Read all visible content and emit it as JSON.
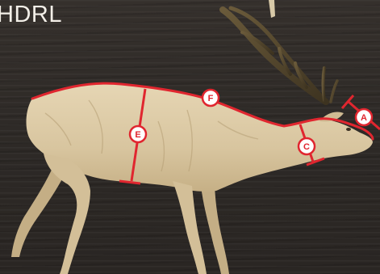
{
  "header": {
    "brand_text": "HDRL"
  },
  "markers": {
    "a": "A",
    "c": "C",
    "e": "E",
    "f": "F"
  },
  "colors": {
    "measurement_red": "#e0262f",
    "background": "#2e2a27",
    "figure": "#d9c7a3"
  }
}
